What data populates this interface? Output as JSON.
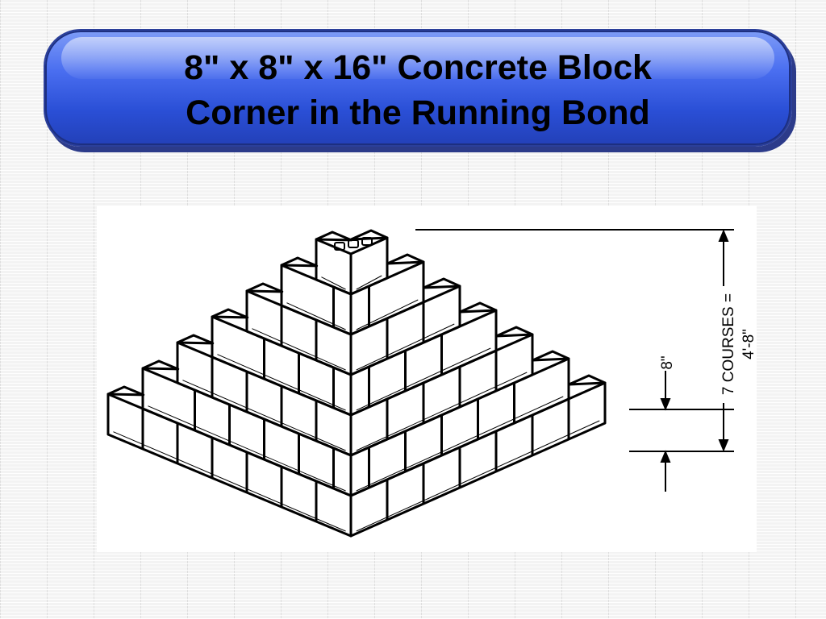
{
  "slide": {
    "title_line1": "8\" x 8\" x 16\" Concrete Block",
    "title_line2": "Corner in the Running Bond"
  },
  "diagram": {
    "subject": "concrete-block-corner-running-bond",
    "course_count": 7,
    "dimension_course_height": "8\"",
    "dimension_total_line1": "7 COURSES =",
    "dimension_total_line2": "4'-8\""
  },
  "colors": {
    "banner_top": "#7e9cf7",
    "banner_bottom": "#2340b8",
    "title_text": "#000000",
    "line_art": "#000000"
  }
}
